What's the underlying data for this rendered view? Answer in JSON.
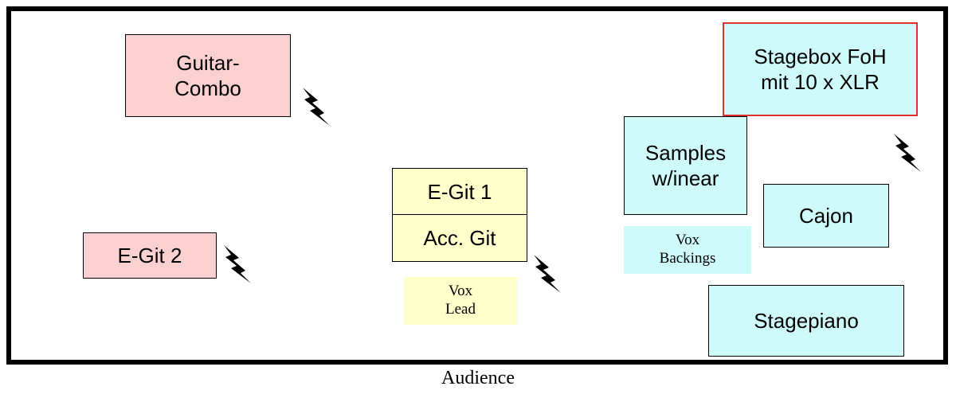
{
  "stage": {
    "guitar_combo": "Guitar-\nCombo",
    "egit2": "E-Git 2",
    "egit1": "E-Git 1",
    "acc_git": "Acc. Git",
    "vox_lead": "Vox\nLead",
    "stagebox": "Stagebox FoH\nmit 10 x XLR",
    "samples": "Samples\nw/inear",
    "vox_backings": "Vox\nBackings",
    "cajon": "Cajon",
    "stagepiano": "Stagepiano"
  },
  "audience": "Audience",
  "colors": {
    "pink": "#fbd0d0",
    "cyan": "#cffafa",
    "yellow": "#ffffcc",
    "stagebox_border": "#e03030"
  },
  "icons": [
    "lightning-bolt-icon"
  ]
}
